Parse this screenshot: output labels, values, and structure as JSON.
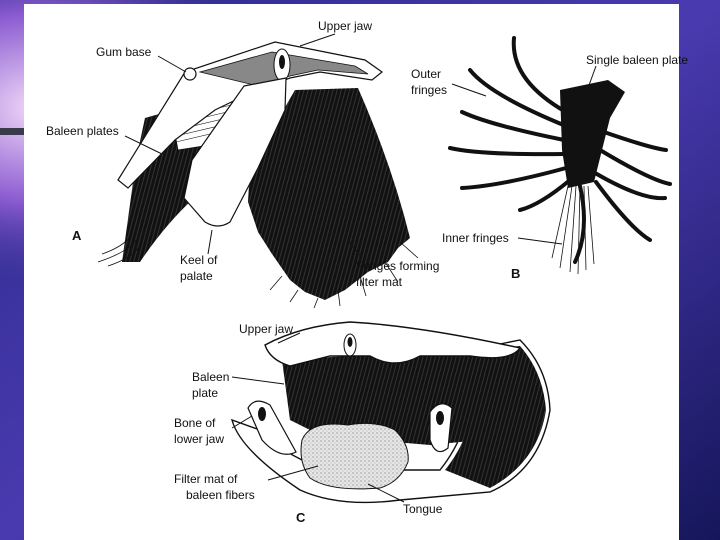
{
  "slide": {
    "background_color": "#1b1d6e",
    "accent_colors": [
      "#3a3fb0",
      "#7a4fd0",
      "#e0c4f0"
    ]
  },
  "figure": {
    "panel_a": {
      "letter": "A",
      "labels": {
        "upper_jaw": "Upper jaw",
        "gum_base": "Gum base",
        "baleen_plates": "Baleen plates",
        "keel_line1": "Keel of",
        "keel_line2": "palate",
        "fringes_line1": "Fringes forming",
        "fringes_line2": "filter mat"
      }
    },
    "panel_b": {
      "letter": "B",
      "labels": {
        "single_baleen_plate": "Single baleen plate",
        "outer_line1": "Outer",
        "outer_line2": "fringes",
        "inner_fringes": "Inner fringes"
      }
    },
    "panel_c": {
      "letter": "C",
      "labels": {
        "upper_jaw": "Upper jaw",
        "baleen_line1": "Baleen",
        "baleen_line2": "plate",
        "bone_line1": "Bone of",
        "bone_line2": "lower jaw",
        "filter_line1": "Filter mat of",
        "filter_line2": "baleen fibers",
        "tongue": "Tongue"
      }
    }
  }
}
